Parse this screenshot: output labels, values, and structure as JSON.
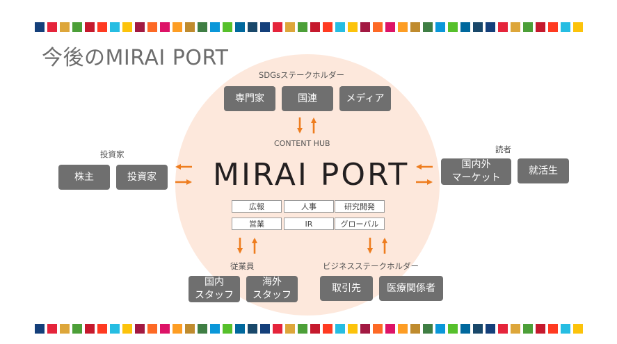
{
  "title": "今後のMIRAI PORT",
  "brand": "MIRAI PORT",
  "content_hub": "CONTENT HUB",
  "colors": {
    "accent_arrow": "#ee7d1f",
    "box_fill": "#6f6f6f",
    "circle_fill": "#fde8dc",
    "sdg_stripe": [
      "#143f7a",
      "#e5243b",
      "#dda63a",
      "#4c9f38",
      "#c5192d",
      "#ff3a21",
      "#26bde2",
      "#fcc30b",
      "#a21942",
      "#fd6925",
      "#dd1367",
      "#fd9d24",
      "#bf8b2e",
      "#3f7e44",
      "#0a97d9",
      "#56c02b",
      "#00689d",
      "#19486a"
    ]
  },
  "groups": {
    "sdgs": {
      "label": "SDGsステークホルダー",
      "items": [
        "専門家",
        "国連",
        "メディア"
      ]
    },
    "investors": {
      "label": "投資家",
      "items": [
        "株主",
        "投資家"
      ]
    },
    "readers": {
      "label": "読者",
      "items": [
        "国内外\nマーケット",
        "就活生"
      ]
    },
    "employees": {
      "label": "従業員",
      "items": [
        "国内\nスタッフ",
        "海外\nスタッフ"
      ]
    },
    "business": {
      "label": "ビジネスステークホルダー",
      "items": [
        "取引先",
        "医療関係者"
      ]
    }
  },
  "departments": [
    "広報",
    "人事",
    "研究開発",
    "営業",
    "IR",
    "グローバル"
  ]
}
